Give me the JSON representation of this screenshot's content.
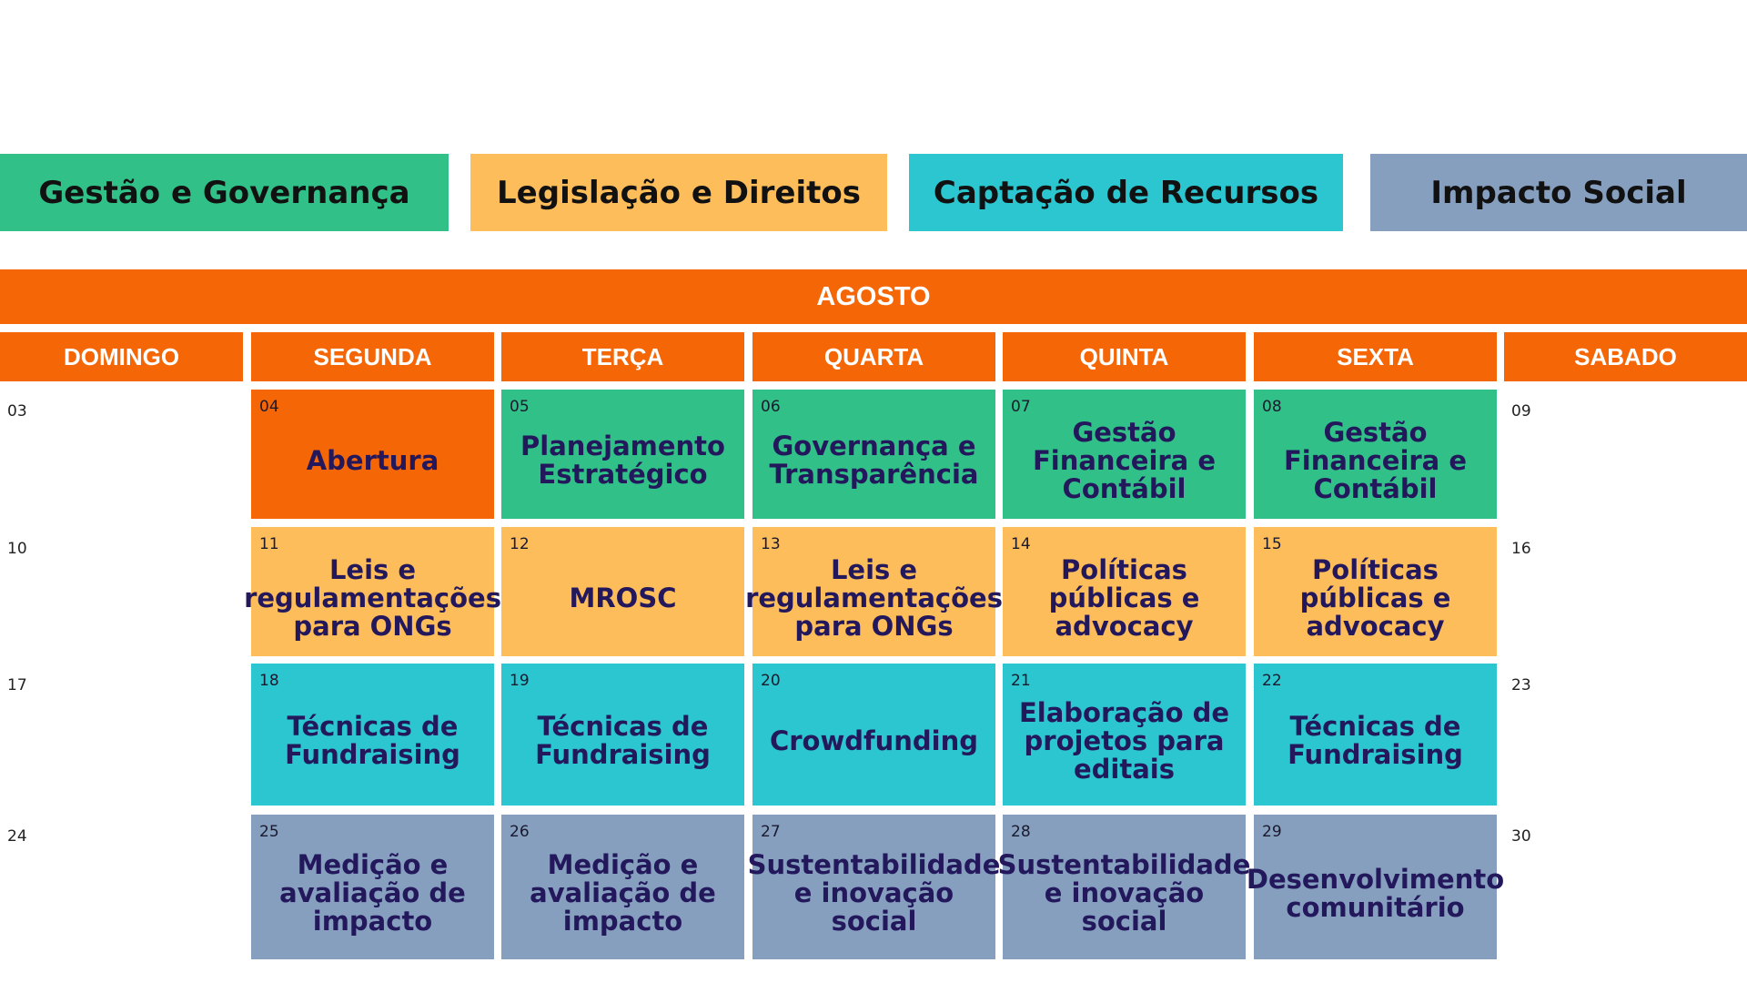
{
  "legend": {
    "gestao": "Gestão e Governança",
    "legislacao": "Legislação e Direitos",
    "captacao": "Captação de Recursos",
    "impacto": "Impacto Social"
  },
  "colors": {
    "gestao": "#31c087",
    "legislacao": "#fdbd5b",
    "captacao": "#2bc6cf",
    "impacto": "#869fbf",
    "header": "#f56607"
  },
  "month": "AGOSTO",
  "days": [
    "DOMINGO",
    "SEGUNDA",
    "TERÇA",
    "QUARTA",
    "QUINTA",
    "SEXTA",
    "SABADO"
  ],
  "weeks": [
    {
      "sun": "03",
      "cells": [
        {
          "num": "04",
          "title": "Abertura"
        },
        {
          "num": "05",
          "title": "Planejamento Estratégico"
        },
        {
          "num": "06",
          "title": "Governança e Transparência"
        },
        {
          "num": "07",
          "title": "Gestão Financeira e Contábil"
        },
        {
          "num": "08",
          "title": "Gestão Financeira e Contábil"
        }
      ],
      "sat": "09"
    },
    {
      "sun": "10",
      "cells": [
        {
          "num": "11",
          "title": "Leis e regulamentações para ONGs"
        },
        {
          "num": "12",
          "title": "MROSC"
        },
        {
          "num": "13",
          "title": "Leis e regulamentações para ONGs"
        },
        {
          "num": "14",
          "title": "Políticas públicas e advocacy"
        },
        {
          "num": "15",
          "title": "Políticas públicas e advocacy"
        }
      ],
      "sat": "16"
    },
    {
      "sun": "17",
      "cells": [
        {
          "num": "18",
          "title": "Técnicas de Fundraising"
        },
        {
          "num": "19",
          "title": "Técnicas de Fundraising"
        },
        {
          "num": "20",
          "title": "Crowdfunding"
        },
        {
          "num": "21",
          "title": "Elaboração de projetos para editais"
        },
        {
          "num": "22",
          "title": "Técnicas de Fundraising"
        }
      ],
      "sat": "23"
    },
    {
      "sun": "24",
      "cells": [
        {
          "num": "25",
          "title": "Medição e avaliação de impacto"
        },
        {
          "num": "26",
          "title": "Medição e avaliação de impacto"
        },
        {
          "num": "27",
          "title": "Sustentabilidade e inovação social"
        },
        {
          "num": "28",
          "title": "Sustentabilidade e inovação social"
        },
        {
          "num": "29",
          "title": "Desenvolvimento comunitário"
        }
      ],
      "sat": "30"
    }
  ]
}
